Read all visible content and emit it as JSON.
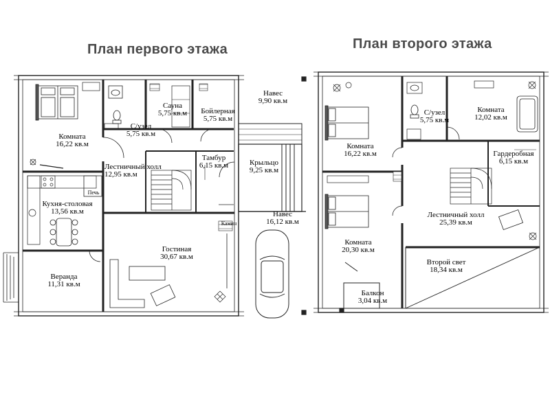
{
  "titles": {
    "first_floor": "План первого этажа",
    "second_floor": "План второго этажа"
  },
  "first_floor": {
    "room_left": {
      "name": "Комната",
      "area": "16,22 кв.м"
    },
    "bath": {
      "name": "С/узел",
      "area": "5,75 кв.м"
    },
    "sauna": {
      "name": "Сауна",
      "area": "5,75 кв.м"
    },
    "boiler": {
      "name": "Бойлерная",
      "area": "5,75 кв.м"
    },
    "canopy_top": {
      "name": "Навес",
      "area": "9,90 кв.м"
    },
    "stair_hall": {
      "name": "Лестничный холл",
      "area": "12,95 кв.м"
    },
    "vestibule": {
      "name": "Тамбур",
      "area": "6,15 кв.м"
    },
    "porch": {
      "name": "Крыльцо",
      "area": "9,25 кв.м"
    },
    "kitchen": {
      "name": "Кухня-столовая",
      "area": "13,56 кв.м"
    },
    "stove": "Печь",
    "fireplace": "Камин",
    "canopy_car": {
      "name": "Навес",
      "area": "16,12 кв.м"
    },
    "living": {
      "name": "Гостиная",
      "area": "30,67 кв.м"
    },
    "veranda": {
      "name": "Веранда",
      "area": "11,31 кв.м"
    }
  },
  "second_floor": {
    "room_top_left": {
      "name": "Комната",
      "area": "16,22 кв.м"
    },
    "bath": {
      "name": "С/узел",
      "area": "5,75 кв.м"
    },
    "room_top_right": {
      "name": "Комната",
      "area": "12,02 кв.м"
    },
    "wardrobe": {
      "name": "Гардеробная",
      "area": "6,15 кв.м"
    },
    "stair_hall": {
      "name": "Лестничный холл",
      "area": "25,39 кв.м"
    },
    "room_bottom_left": {
      "name": "Комната",
      "area": "20,30 кв.м"
    },
    "second_light": {
      "name": "Второй свет",
      "area": "18,34 кв.м"
    },
    "balcony": {
      "name": "Балкон",
      "area": "3,04 кв.м"
    }
  },
  "colors": {
    "wall": "#222222",
    "line": "#333333",
    "title": "#4a4a4a"
  },
  "icons": [
    "bed-icon",
    "toilet-icon",
    "sink-icon",
    "shower-icon",
    "bath-icon",
    "stairs-icon",
    "sofa-icon",
    "table-icon",
    "stove-icon",
    "plant-icon",
    "car-icon"
  ]
}
